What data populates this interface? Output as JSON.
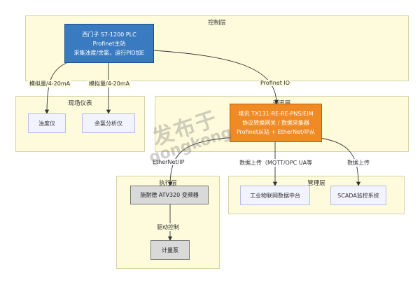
{
  "layers": {
    "control": "控制层",
    "field": "现场仪表",
    "comm": "通讯层",
    "exec": "执行层",
    "mgmt": "管理层"
  },
  "nodes": {
    "plc": [
      "西门子 S7-1200 PLC",
      "Profinet主站",
      "采集浊度/余氯，运行PID加E"
    ],
    "turbidity": "浊度仪",
    "chlorine": "余氯分析仪",
    "gateway": [
      "塔讯 TX131-RE-RE-PNS/EIM",
      "协议转换网关 / 数据采集器",
      "Profinet从站 + EtherNet/IP从"
    ],
    "vfd": "施耐德 ATV320 变频器",
    "pump": "计量泵",
    "iot": "工业物联网数据中台",
    "scada": "SCADA监控系统"
  },
  "edges": {
    "analog1": "模拟量/4-20mA",
    "analog2": "模拟量/4-20mA",
    "profinet": "Profinet IO",
    "ethernetip": "EtherNet/IP",
    "upload1": "数据上传（MQTT/OPC UA等",
    "upload2": "数据上传",
    "drive": "驱动控制"
  },
  "watermark": {
    "line1": "发布于",
    "line2": "gongkong"
  }
}
